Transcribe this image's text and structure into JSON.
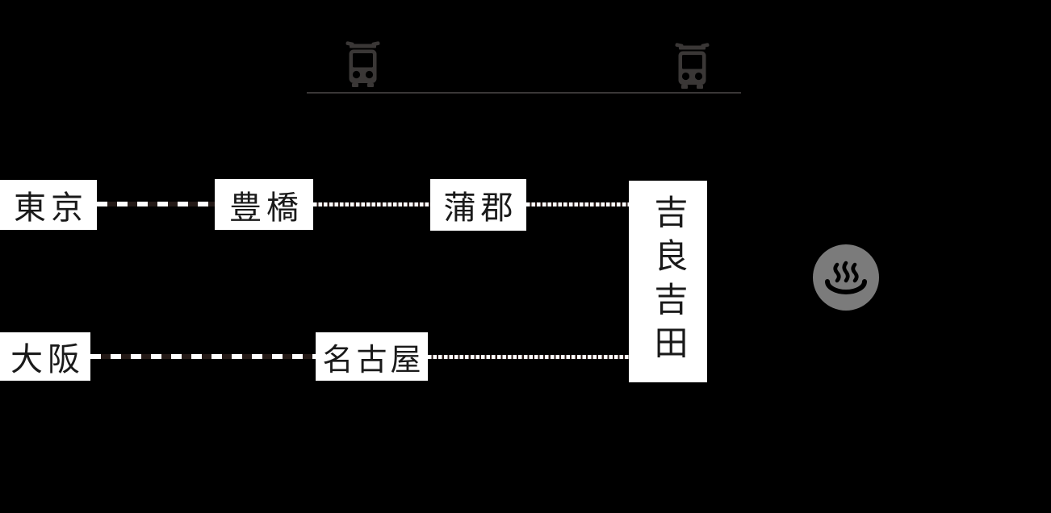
{
  "title": "train-access-route-diagram",
  "stations": {
    "tokyo": {
      "label": "東京"
    },
    "toyohashi": {
      "label": "豊橋"
    },
    "gamagori": {
      "label": "蒲郡"
    },
    "kira_yoshida": {
      "label": "吉良吉田"
    },
    "osaka": {
      "label": "大阪"
    },
    "nagoya": {
      "label": "名古屋"
    }
  },
  "icons": {
    "train_left": "train-icon",
    "train_right": "train-icon",
    "hot_spring": "hot-spring-onsen-icon"
  },
  "colors": {
    "background": "#000000",
    "station_box": "#ffffff",
    "station_text": "#1a1a1a",
    "train_icon": "#3a3736",
    "divider_line": "#3a3737",
    "line_white": "#ffffff",
    "dash_gap": "#241a17",
    "rail_tick": "#2a1b18",
    "onsen_circle": "#7b7b7b",
    "onsen_symbol": "#000000"
  }
}
